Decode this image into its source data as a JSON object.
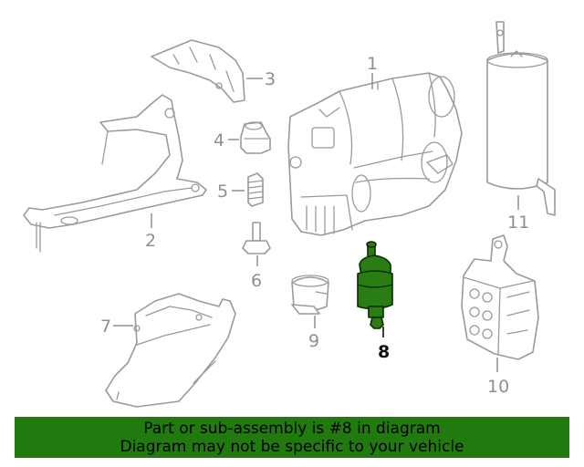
{
  "callouts": {
    "c1": "1",
    "c2": "2",
    "c3": "3",
    "c4": "4",
    "c5": "5",
    "c6": "6",
    "c7": "7",
    "c8": "8",
    "c9": "9",
    "c10": "10",
    "c11": "11"
  },
  "highlighted_part": "8",
  "colors": {
    "highlight_fill": "#2a7d12",
    "banner_background": "#217a0e",
    "line_gray": "#9a9a9a"
  },
  "banner": {
    "line1": "Part or sub-assembly is #8 in diagram",
    "line2": "Diagram may not be specific to your vehicle"
  }
}
